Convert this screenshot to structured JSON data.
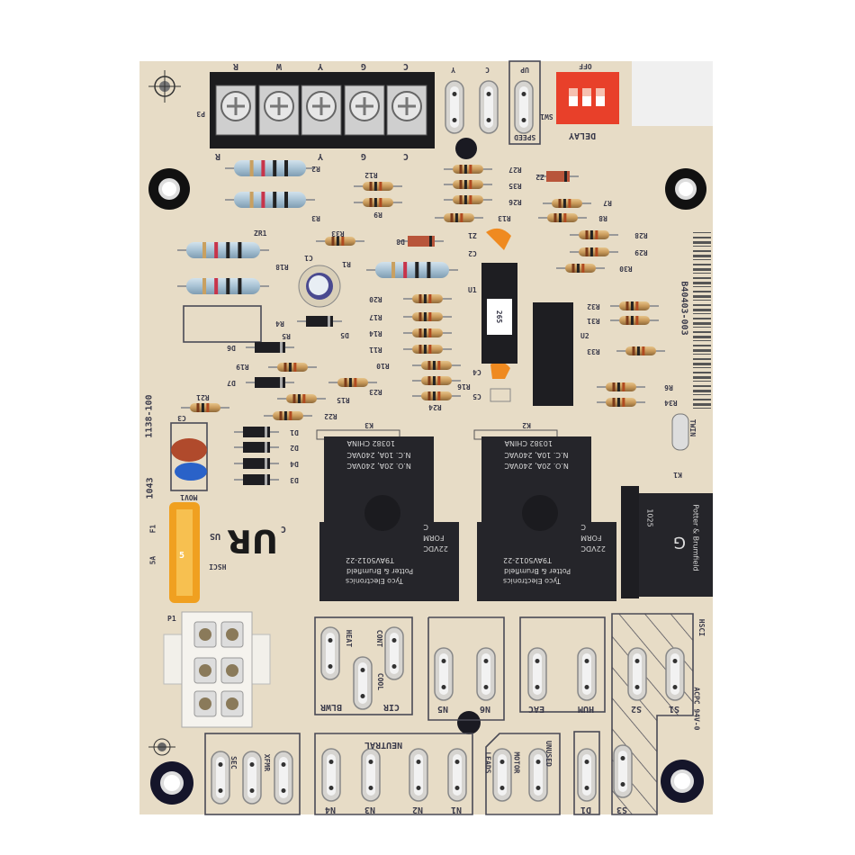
{
  "colors": {
    "board": "#e7dcc6",
    "silkscreen": "#3a3a4a",
    "relay": "#2a2a2e",
    "dip_switch": "#e8402a",
    "fuse": "#f0a020",
    "blue_resistor": "#a9c4d6"
  },
  "terminal_block": {
    "ref": "P3",
    "top_labels": [
      "R",
      "W",
      "Y",
      "G",
      "C"
    ],
    "bottom_labels": [
      "R",
      "Y",
      "G",
      "C"
    ]
  },
  "spades_top": [
    "Y",
    "C",
    "UP"
  ],
  "speed_label": "SPEED",
  "dip": {
    "ref": "SW1",
    "off_label": "OFF",
    "delay_label": "DELAY"
  },
  "big_resistors": [
    "R2",
    "R3",
    "R18",
    "R4",
    "ZR1"
  ],
  "small_resistors": [
    "R12",
    "R9",
    "R27",
    "R35",
    "R26",
    "R13",
    "R7",
    "R8",
    "R28",
    "R29",
    "R30",
    "R33",
    "R20",
    "R17",
    "R14",
    "R11",
    "R10",
    "R16",
    "R24",
    "R19",
    "R15",
    "R23",
    "R22",
    "R21",
    "R32",
    "R31",
    "R33",
    "R6",
    "R34"
  ],
  "diodes": [
    "Z2",
    "D8",
    "D6",
    "D7",
    "D5",
    "D1",
    "D2",
    "D4",
    "D3",
    "R5",
    "Z1"
  ],
  "capacitors": [
    "C1",
    "C2",
    "C4",
    "C5",
    "C3",
    "R1",
    "MOV1"
  ],
  "ics": {
    "u1": "U1",
    "u1_sticker": "265",
    "u2": "U2"
  },
  "part_number": "B40403-003",
  "board_id": [
    "1138-100",
    "1043"
  ],
  "fuse": {
    "ref": "F1",
    "rating": "5A",
    "value": "5"
  },
  "ul_mark": {
    "c": "C",
    "us": "US",
    "code": "HSCI"
  },
  "relays": [
    {
      "ref": "K3",
      "lines": [
        "N.O. 20A, 240VAC",
        "N.C. 10A, 240VAC",
        "10382  CHINA",
        "C",
        "FORM",
        "22VDC",
        "T9AV5012-22",
        "Potter & Brumfield",
        "Tyco Electronics"
      ]
    },
    {
      "ref": "K2",
      "lines": [
        "N.O. 20A, 240VAC",
        "N.C. 10A, 240VAC",
        "10382  CHINA",
        "C",
        "FORM",
        "22VDC",
        "T9AV5012-22",
        "Potter & Brumfield",
        "Tyco Electronics"
      ]
    },
    {
      "ref": "K1",
      "letter": "G",
      "lines": [
        "Potter & Brumfield",
        "1025"
      ]
    }
  ],
  "twin_label": "TWIN",
  "connector_ref": "P1",
  "bottom": {
    "blower": {
      "title": "BLWR",
      "cir": "CIR",
      "heat": "HEAT",
      "cool": "COOL",
      "cont": "CONT"
    },
    "n_upper": [
      "N5",
      "N6"
    ],
    "accessories": [
      "EAC",
      "HUM"
    ],
    "line": [
      "S2",
      "S1"
    ],
    "hsci": "HSCI",
    "neutral_title": "NEUTRAL",
    "neutrals": [
      "N4",
      "N3",
      "N2",
      "N1"
    ],
    "motor": [
      "LEADS",
      "MOTOR",
      "UNUSED"
    ],
    "d1": "D1",
    "s3": "S3",
    "xfmr": [
      "SEC",
      "XFMR"
    ],
    "caution": "ACPC 94V-0"
  }
}
